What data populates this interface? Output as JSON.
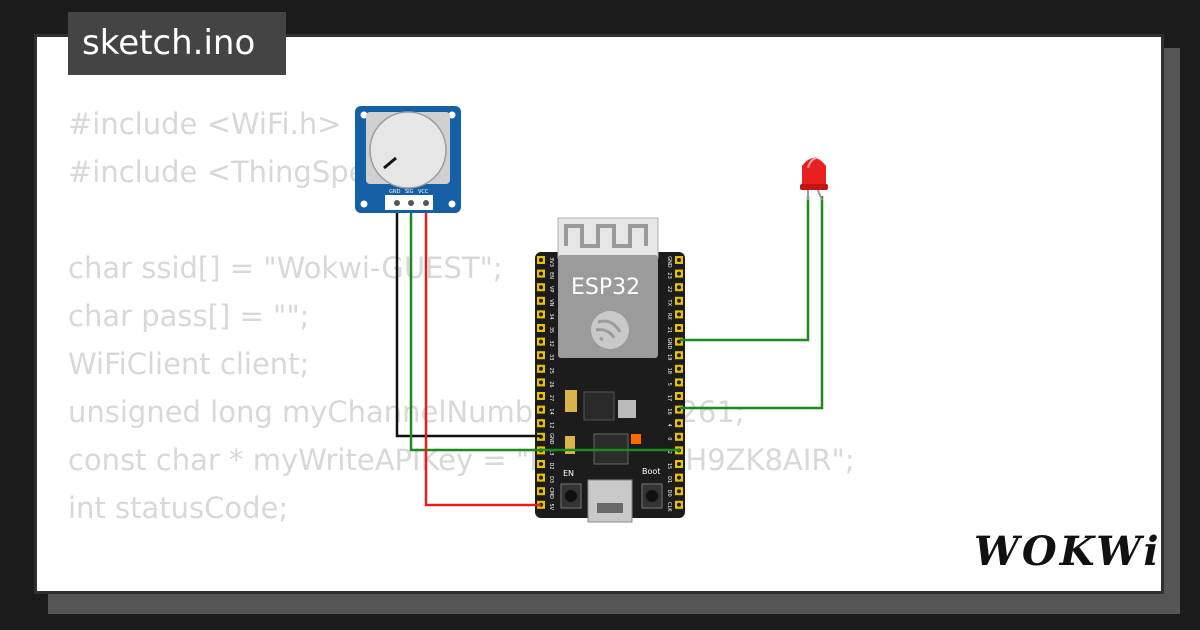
{
  "title": "sketch.ino",
  "code_lines": [
    "#include <WiFi.h>",
    "#include <ThingSpeak.h>",
    "",
    "char ssid[] = \"Wokwi-GUEST\";",
    "char pass[] = \"\";",
    "WiFiClient client;",
    "unsigned long myChannelNumber = 2090261;",
    "const char * myWriteAPIKey = \"KUCBV3GFH9ZK8AIR\";",
    "int statusCode;"
  ],
  "board_label": "ESP32",
  "pot_pins": [
    "GND",
    "SIG",
    "VCC"
  ],
  "esp_left_pins": [
    "3V3",
    "EN",
    "VP",
    "VN",
    "34",
    "35",
    "32",
    "33",
    "25",
    "26",
    "27",
    "14",
    "12",
    "GND",
    "13",
    "D2",
    "D3",
    "CMD",
    "5V"
  ],
  "esp_right_pins": [
    "GND",
    "23",
    "22",
    "TX",
    "RX",
    "21",
    "GND",
    "19",
    "18",
    "5",
    "17",
    "16",
    "4",
    "0",
    "2",
    "15",
    "D1",
    "D0",
    "CLK"
  ],
  "button_labels": {
    "en": "EN",
    "boot": "Boot"
  },
  "brand": "WOKWi",
  "colors": {
    "wire_green": "#1a8a1a",
    "wire_red": "#e02020",
    "wire_black": "#111111",
    "pot_blue": "#1560a5",
    "led_red": "#e82020"
  }
}
